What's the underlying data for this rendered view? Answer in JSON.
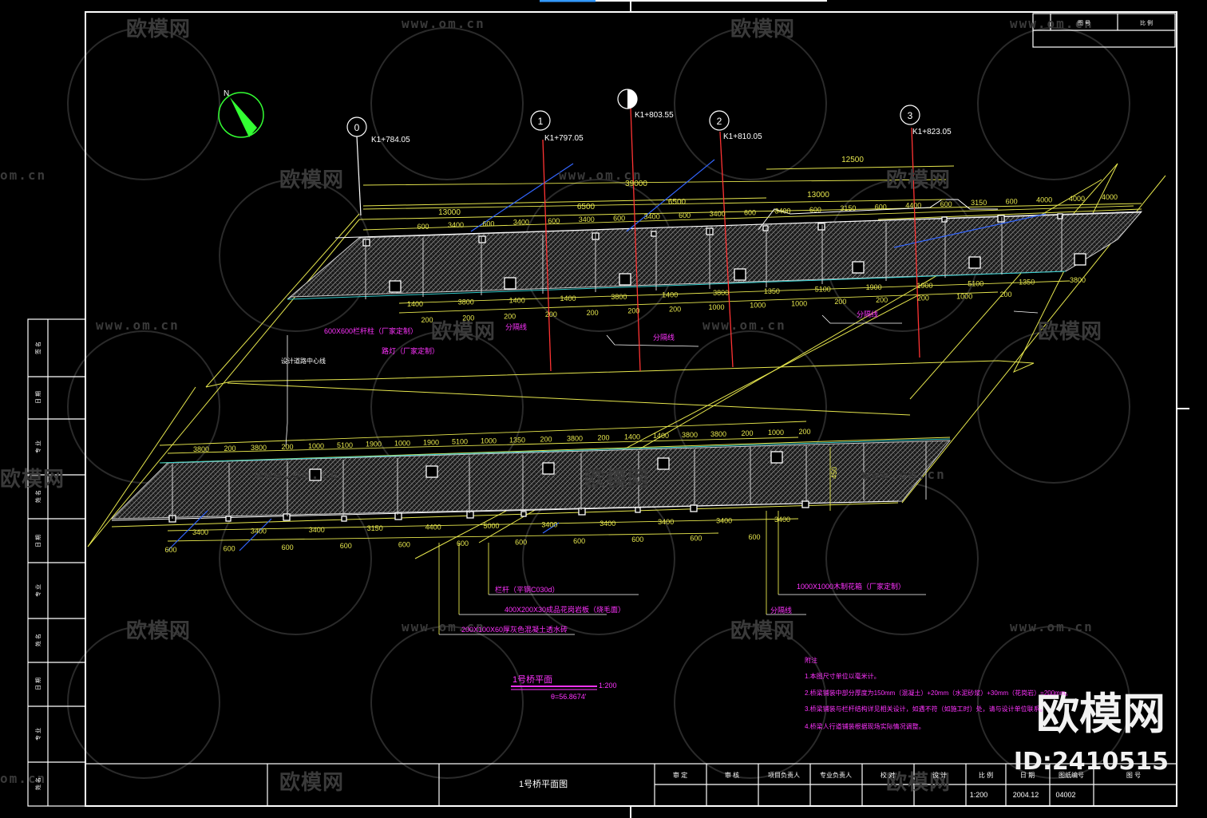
{
  "watermark": {
    "brand": "欧模网",
    "url": "www.om.cn",
    "url_partial": "om.cn",
    "id": "ID:2410515"
  },
  "north_arrow": {
    "label": "N"
  },
  "stations": [
    {
      "axis": "0",
      "station": "K1+784.05"
    },
    {
      "axis": "1",
      "station": "K1+797.05"
    },
    {
      "axis": "",
      "station": "K1+803.55"
    },
    {
      "axis": "2",
      "station": "K1+810.05"
    },
    {
      "axis": "3",
      "station": "K1+823.05"
    }
  ],
  "dims_top": {
    "overall": "39000",
    "right_span": "12500",
    "spans": [
      "13000",
      "6500",
      "6500",
      "13000"
    ],
    "row1": [
      "600",
      "3400",
      "600",
      "3400",
      "600",
      "3400",
      "600",
      "3400",
      "600",
      "3400",
      "600",
      "3400",
      "600",
      "3150",
      "600",
      "4400",
      "600",
      "3150",
      "600",
      "4000",
      "4000",
      "4000"
    ],
    "row2": [
      "1400",
      "3800",
      "1400",
      "1400",
      "3800",
      "1400",
      "3800",
      "1350",
      "5100",
      "1900",
      "1900",
      "5100",
      "1350",
      "3800"
    ],
    "row3": [
      "200",
      "200",
      "200",
      "200",
      "200",
      "200",
      "200",
      "1000",
      "1000",
      "1000",
      "200",
      "200",
      "200",
      "1000",
      "200"
    ]
  },
  "dims_bottom": {
    "row1": [
      "3800",
      "200",
      "3800",
      "200",
      "1000",
      "5100",
      "1900",
      "1000",
      "1900",
      "5100",
      "1000",
      "1350",
      "200",
      "3800",
      "200",
      "1400",
      "1400",
      "3800",
      "3800",
      "200",
      "1000",
      "200"
    ],
    "row2": [
      "3400",
      "3400",
      "3400",
      "3150",
      "4400",
      "5000",
      "3400",
      "3400",
      "3400",
      "3400",
      "3400"
    ],
    "row3": [
      "600",
      "600",
      "600",
      "600",
      "600",
      "600",
      "600",
      "600",
      "600",
      "600",
      "600"
    ],
    "height_label": "450"
  },
  "callouts": {
    "top_left_1": "600X600栏杆柱（厂家定制）",
    "top_left_2": "路灯（厂家定制）",
    "divider_1": "分隔线",
    "divider_2": "分隔线",
    "divider_3": "分隔线",
    "centerline": "设计道路中心线",
    "b1": "栏杆（平钢C030d）",
    "b2": "400X200X30成品花岗岩板（烧毛面）",
    "b3": "200X100X60厚灰色混凝土透水砖",
    "b4": "1000X1000木制花箱（厂家定制）",
    "b5": "分隔线"
  },
  "plan_title": {
    "name": "1号桥平面",
    "scale": "1:200",
    "angle": "θ=56.8674'"
  },
  "notes": {
    "heading": "附注",
    "items": [
      "1.本图尺寸单位以毫米计。",
      "2.桥梁铺装中部分厚度为150mm（混凝土）+20mm（水泥砂浆）+30mm（花岗岩）=200mm。",
      "3.桥梁铺装与栏杆结构详见相关设计，如遇不符（如施工时）处，请与设计单位联系。",
      "4.桥梁人行道铺装根据现场实际情况调整。"
    ]
  },
  "title_block": {
    "drawing_title": "1号桥平面图",
    "headers": [
      "审 定",
      "审 核",
      "项目负责人",
      "专业负责人",
      "校 对",
      "设 计",
      "比 例",
      "日 期",
      "图纸编号",
      "图 号"
    ],
    "scale": "1:200",
    "date": "2004.12",
    "sheet_no": "04002",
    "sheet_no_label": "04002"
  },
  "top_right_block": [
    "图 号",
    "比 例"
  ],
  "left_strip": [
    "签 名",
    "日 期",
    "专 业",
    "姓 名",
    "日 期",
    "专 业",
    "姓 名",
    "日 期",
    "专 业",
    "姓 名"
  ],
  "colors": {
    "background": "#000000",
    "frame": "#ffffff",
    "dimension": "#ffff66",
    "axis": "#ff3333",
    "annotation": "#ff33ff",
    "guide": "#3366ff",
    "cyan": "#33cccc",
    "north": "#33ff33"
  }
}
